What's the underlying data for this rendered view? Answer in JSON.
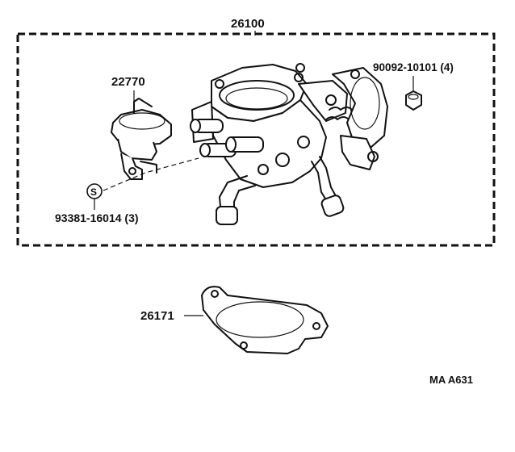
{
  "parts": {
    "assembly": "26100",
    "actuator": "22770",
    "nut": "90092-10101 (4)",
    "screw": "93381-16014 (3)",
    "gasket": "26171"
  },
  "screw_symbol": "S",
  "diagram_code": "MA A631"
}
